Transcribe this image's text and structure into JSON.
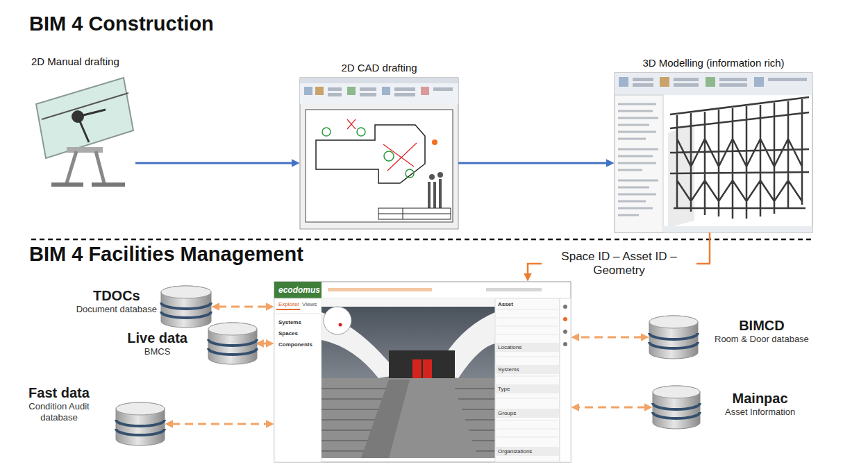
{
  "diagram": {
    "title": "BIM 4 Construction",
    "nodes": [
      {
        "text": [
          "2D Manual drafting"
        ]
      },
      {
        "text": [
          "2D CAD drafting"
        ]
      },
      {
        "text": [
          "3D Modelling (information rich)"
        ]
      },
      {
        "text": [
          "ecodomus",
          "Explorer",
          "Views",
          "Systems",
          "Spaces",
          "Components",
          "Asset",
          "Locations",
          "Systems",
          "Type",
          "Groups",
          "Organizations"
        ]
      },
      {
        "text": [
          "TDOCs",
          "Document database"
        ]
      },
      {
        "text": [
          "Live data",
          "BMCS"
        ]
      },
      {
        "text": [
          "Fast data",
          "Condition Audit database"
        ]
      },
      {
        "text": [
          "BIMCD",
          "Room & Door database"
        ]
      },
      {
        "text": [
          "Mainpac",
          "Asset Information"
        ]
      }
    ],
    "edges": [
      {
        "from": 0,
        "to": 1,
        "arrow": "to"
      },
      {
        "from": 1,
        "to": 2,
        "arrow": "to"
      },
      {
        "from": 2,
        "to": 3,
        "arrow": "to",
        "label": "Space ID – Asset ID – Geometry"
      },
      {
        "from": 4,
        "to": 3,
        "arrow": "both"
      },
      {
        "from": 5,
        "to": 3,
        "arrow": "both"
      },
      {
        "from": 6,
        "to": 3,
        "arrow": "both"
      },
      {
        "from": 7,
        "to": 3,
        "arrow": "both"
      },
      {
        "from": 8,
        "to": 3,
        "arrow": "both"
      }
    ],
    "labels": [
      "BIM 4 Facilities Management"
    ]
  }
}
